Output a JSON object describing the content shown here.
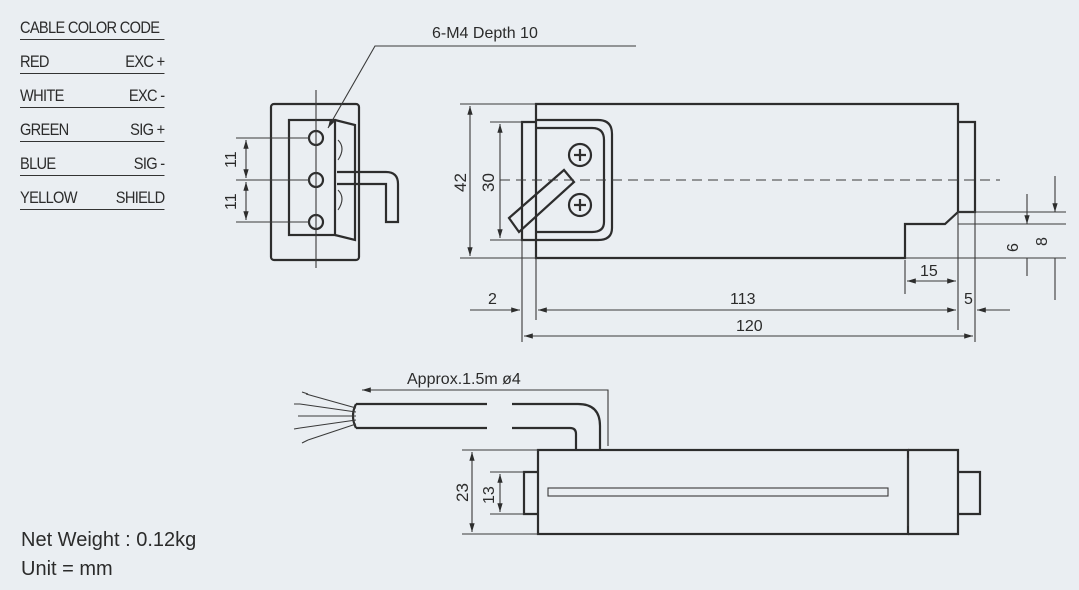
{
  "legend": {
    "title": "CABLE COLOR CODE",
    "rows": [
      {
        "color": "RED",
        "signal": "EXC +"
      },
      {
        "color": "WHITE",
        "signal": "EXC -"
      },
      {
        "color": "GREEN",
        "signal": "SIG +"
      },
      {
        "color": "BLUE",
        "signal": "SIG -"
      },
      {
        "color": "YELLOW",
        "signal": "SHIELD"
      }
    ]
  },
  "callouts": {
    "hole_spec": "6-M4 Depth 10",
    "cable_spec": "Approx.1.5m ø4"
  },
  "dimensions": {
    "hole_pitch_1": "11",
    "hole_pitch_2": "11",
    "height_total": "42",
    "height_inner": "30",
    "step_height_a": "6",
    "step_height_b": "8",
    "step_length": "15",
    "offset_left": "2",
    "length_inner": "113",
    "offset_right": "5",
    "length_total": "120",
    "thickness_total": "23",
    "thickness_inner": "13"
  },
  "notes": {
    "weight": "Net Weight : 0.12kg",
    "unit": "Unit = mm"
  }
}
